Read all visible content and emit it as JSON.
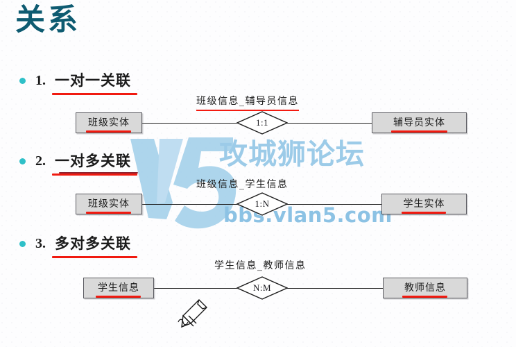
{
  "slide": {
    "title": "关系",
    "title_color": "#0e5b71",
    "bullet_color": "#2fc0c8",
    "underline_color": "#f31a10"
  },
  "sections": [
    {
      "number": "1.",
      "heading": "一对一关联",
      "diagram": {
        "caption": "班级信息_辅导员信息",
        "left_entity": "班级实体",
        "cardinality": "1:1",
        "right_entity": "辅导员实体"
      }
    },
    {
      "number": "2.",
      "heading": "一对多关联",
      "diagram": {
        "caption": "班级信息_学生信息",
        "left_entity": "班级实体",
        "cardinality": "1:N",
        "right_entity": "学生实体"
      }
    },
    {
      "number": "3.",
      "heading": "多对多关联",
      "diagram": {
        "caption": "学生信息_教师信息",
        "left_entity": "学生信息",
        "cardinality": "N:M",
        "right_entity": "教师信息"
      }
    }
  ],
  "watermark": {
    "brand": "攻城狮论坛",
    "url": "bbs.vlan5.com",
    "logo": "V5",
    "brand_color": "#9ccbe8",
    "url_color": "#8cc2e4"
  },
  "cursor": {
    "icon": "pencil-cursor-icon"
  }
}
